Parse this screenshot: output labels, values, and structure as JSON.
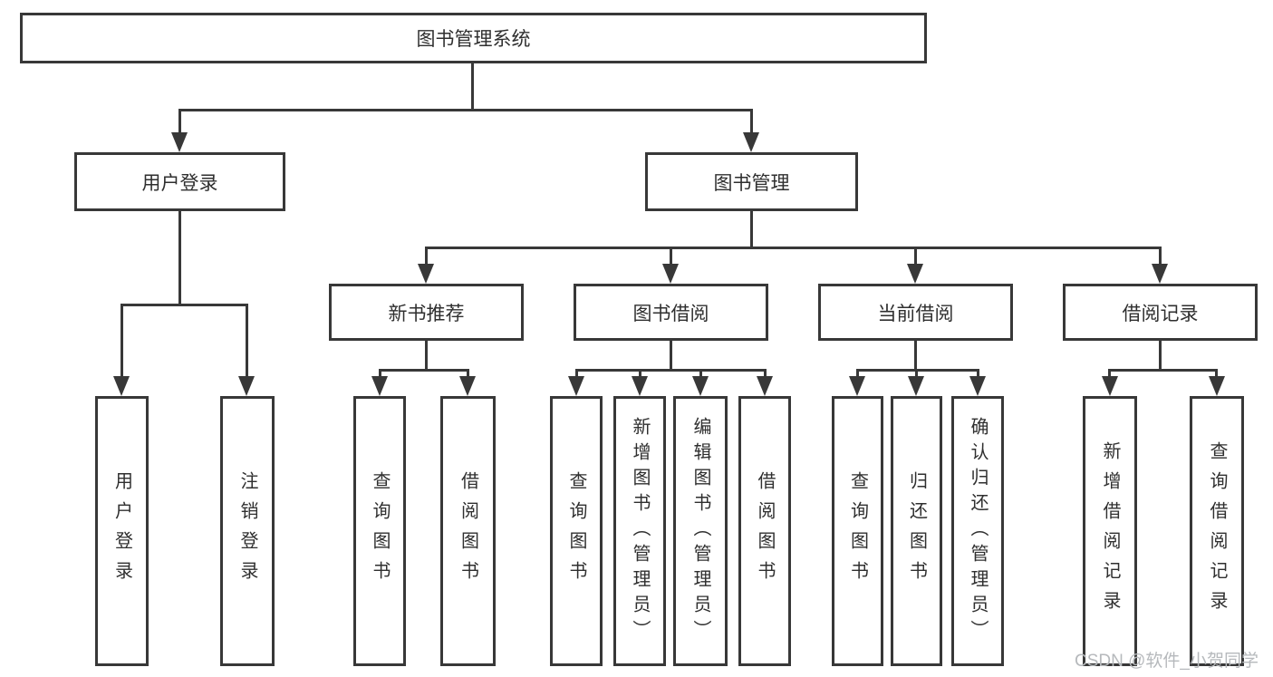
{
  "title": "图书管理系统",
  "diagram": {
    "root": {
      "label": "图书管理系统"
    },
    "branches": [
      {
        "label": "用户登录",
        "children": [
          {
            "label": "用户登录"
          },
          {
            "label": "注销登录"
          }
        ]
      },
      {
        "label": "图书管理",
        "children": [
          {
            "label": "新书推荐",
            "children": [
              {
                "label": "查询图书"
              },
              {
                "label": "借阅图书"
              }
            ]
          },
          {
            "label": "图书借阅",
            "children": [
              {
                "label": "查询图书"
              },
              {
                "label": "新增图书（管理员）"
              },
              {
                "label": "编辑图书（管理员）"
              },
              {
                "label": "借阅图书"
              }
            ]
          },
          {
            "label": "当前借阅",
            "children": [
              {
                "label": "查询图书"
              },
              {
                "label": "归还图书"
              },
              {
                "label": "确认归还（管理员）"
              }
            ]
          },
          {
            "label": "借阅记录",
            "children": [
              {
                "label": "新增借阅记录"
              },
              {
                "label": "查询借阅记录"
              }
            ]
          }
        ]
      }
    ]
  },
  "watermark": {
    "text": "CSDN @软件_小贺同学"
  },
  "colors": {
    "line": "#383838",
    "text": "#2f2f2f",
    "watermark": "#b6b9bc",
    "background": "#ffffff"
  }
}
